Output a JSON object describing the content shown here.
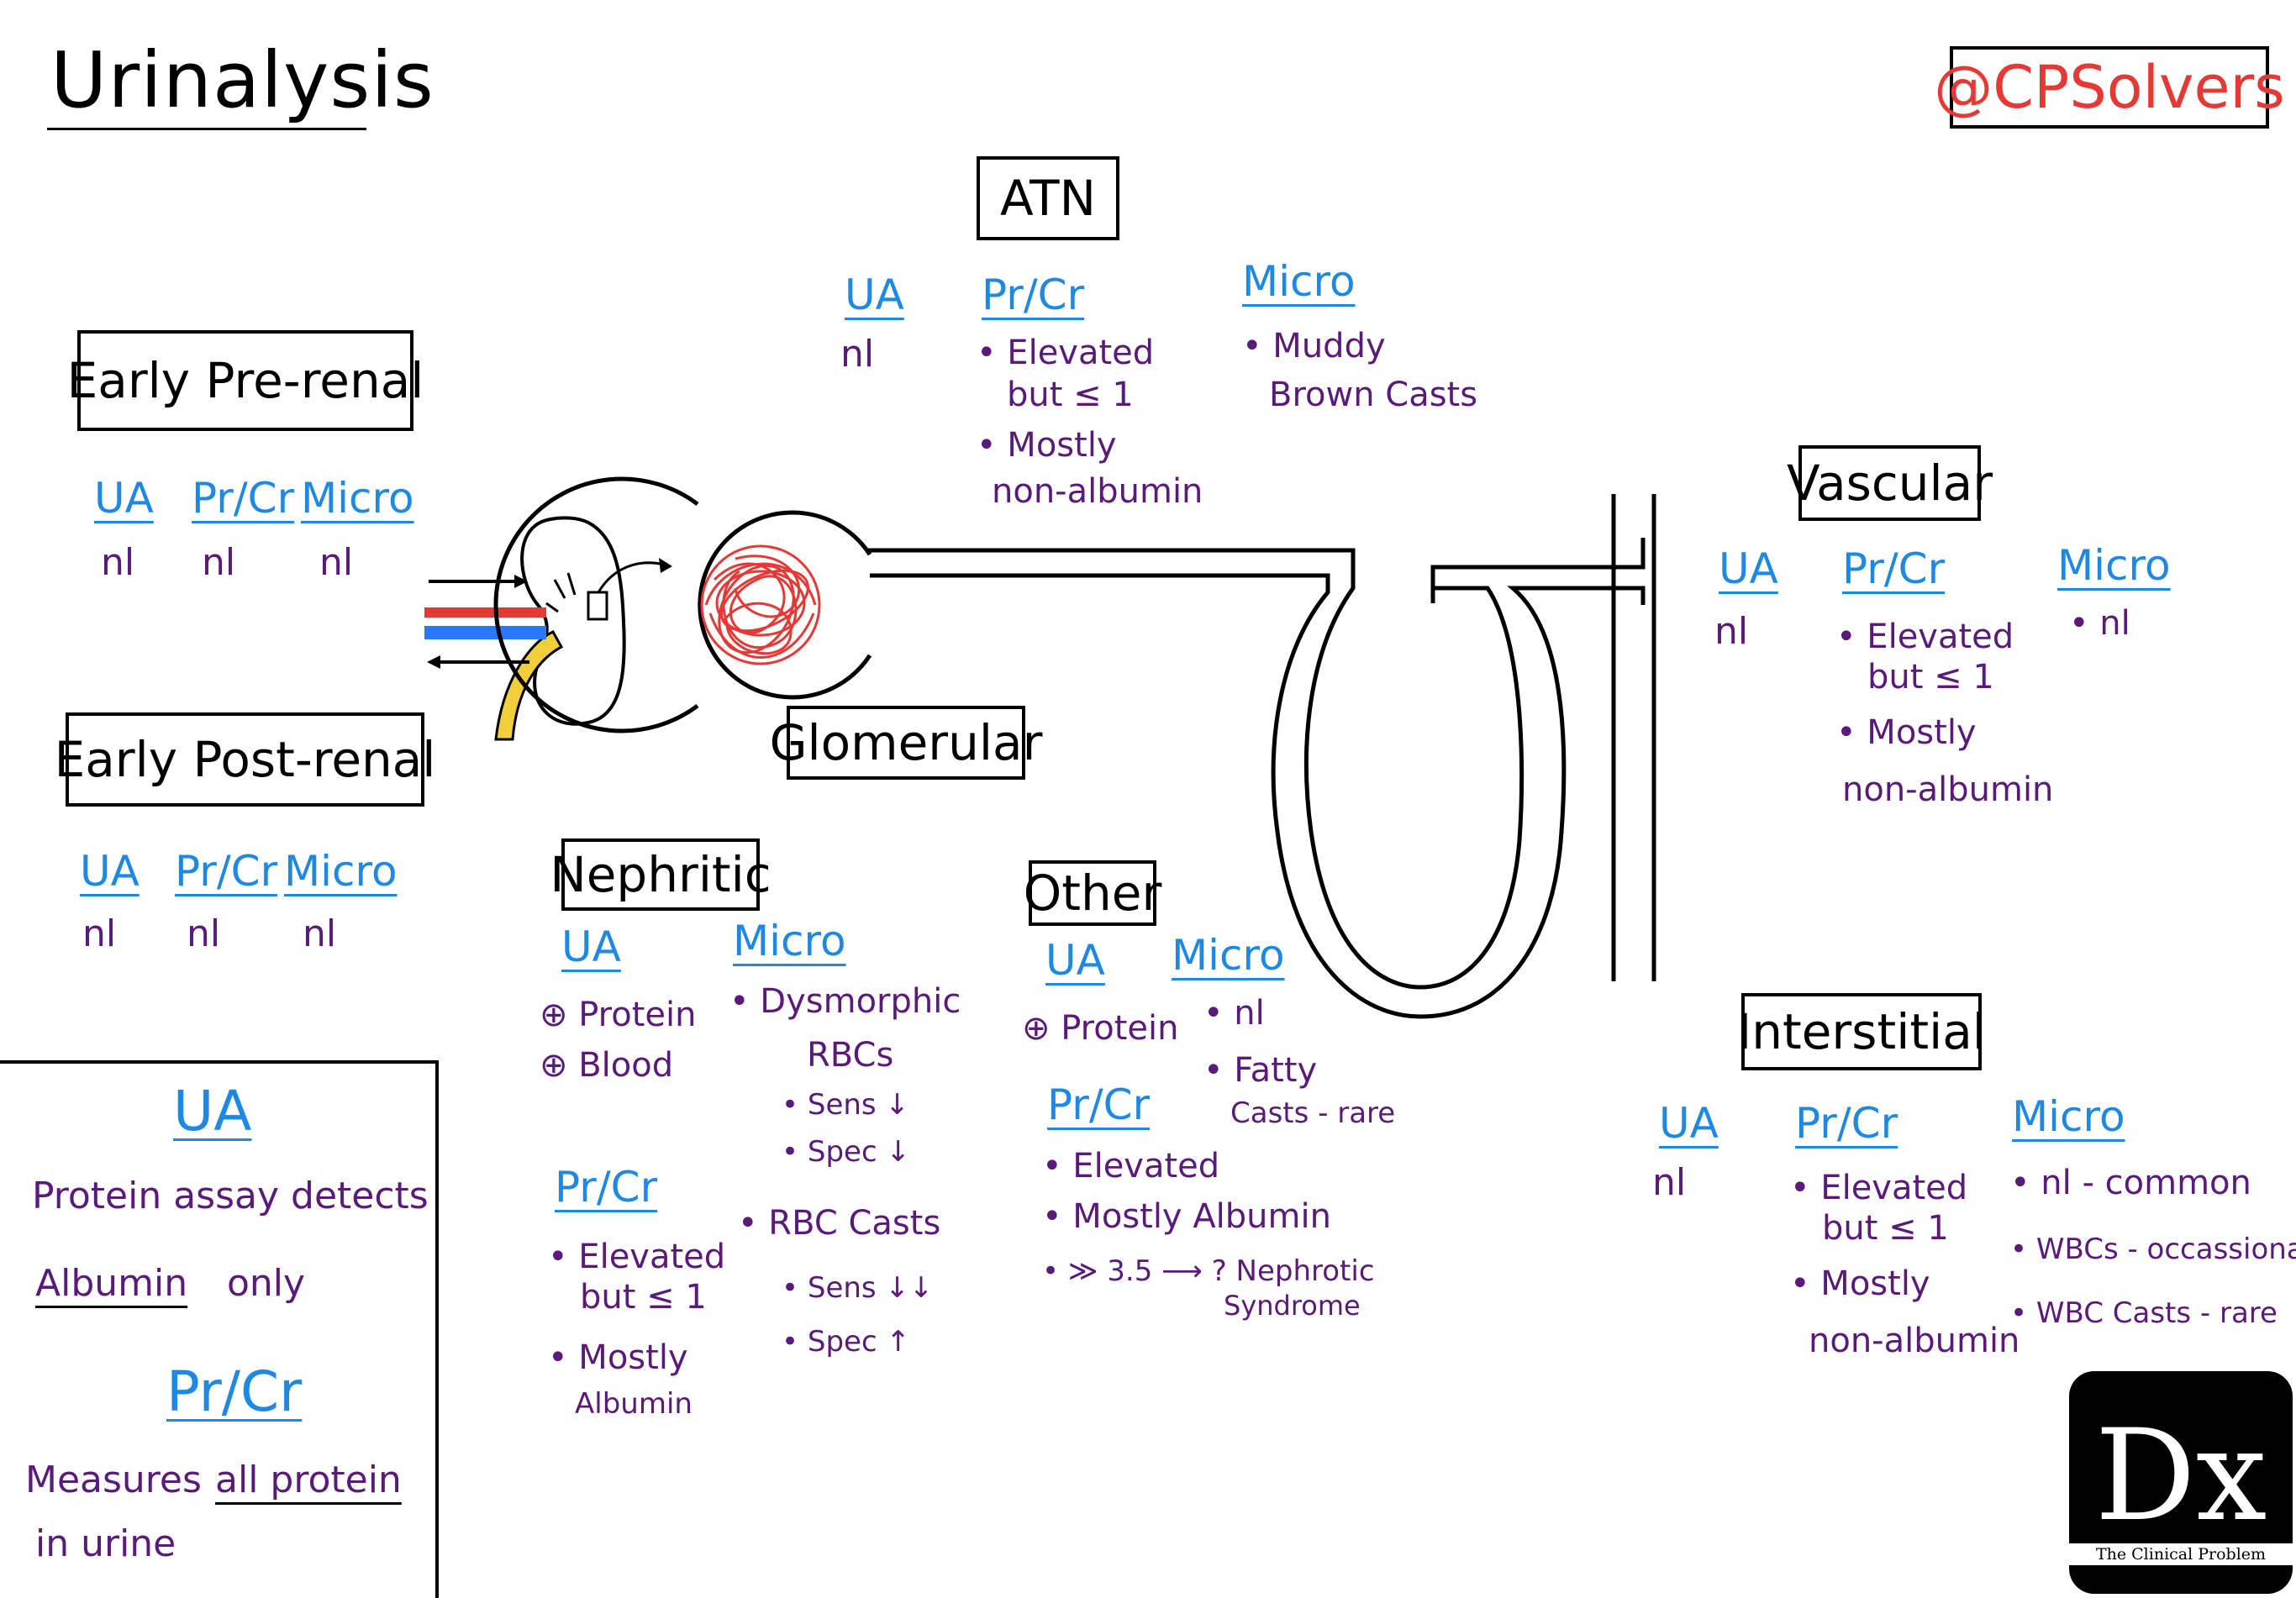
{
  "title": "Urinalysis",
  "brand_handle": "@CPSolvers",
  "logo": {
    "mark": "Dx",
    "caption": "The Clinical Problem Solvers"
  },
  "colors": {
    "header_blue": "#1e88e5",
    "text_purple": "#5a1a7a",
    "handle_red": "#e53935",
    "artery_red": "#e53935",
    "vein_blue": "#2979ff",
    "ureter_yellow": "#f2cf3a"
  },
  "early_prerenal": {
    "title": "Early Pre-renal",
    "ua": "UA",
    "prcr": "Pr/Cr",
    "micro": "Micro",
    "ua_val": "nl",
    "prcr_val": "nl",
    "micro_val": "nl"
  },
  "early_postrenal": {
    "title": "Early Post-renal",
    "ua": "UA",
    "prcr": "Pr/Cr",
    "micro": "Micro",
    "ua_val": "nl",
    "prcr_val": "nl",
    "micro_val": "nl"
  },
  "atn": {
    "title": "ATN",
    "ua": "UA",
    "ua_val": "nl",
    "prcr": "Pr/Cr",
    "prcr_1": "• Elevated",
    "prcr_2": "but ≤ 1",
    "prcr_3": "• Mostly",
    "prcr_4": "non-albumin",
    "micro": "Micro",
    "micro_1": "• Muddy",
    "micro_2": "Brown Casts"
  },
  "vascular": {
    "title": "Vascular",
    "ua": "UA",
    "ua_val": "nl",
    "prcr": "Pr/Cr",
    "prcr_1": "• Elevated",
    "prcr_2": "but ≤ 1",
    "prcr_3": "• Mostly",
    "prcr_4": "non-albumin",
    "micro": "Micro",
    "micro_1": "• nl"
  },
  "glomerular": {
    "title": "Glomerular"
  },
  "nephritic": {
    "title": "Nephritic",
    "ua": "UA",
    "ua_1": "⊕ Protein",
    "ua_2": "⊕ Blood",
    "micro": "Micro",
    "micro_1": "• Dysmorphic",
    "micro_2": "RBCs",
    "micro_3": "• Sens ↓",
    "micro_4": "• Spec ↓",
    "micro_5": "• RBC Casts",
    "micro_6": "• Sens ↓↓",
    "micro_7": "• Spec ↑",
    "prcr": "Pr/Cr",
    "prcr_1": "• Elevated",
    "prcr_2": "but ≤ 1",
    "prcr_3": "• Mostly",
    "prcr_4": "Albumin"
  },
  "other": {
    "title": "Other",
    "ua": "UA",
    "ua_1": "⊕ Protein",
    "micro": "Micro",
    "micro_1": "• nl",
    "micro_2": "• Fatty",
    "micro_3": "Casts - rare",
    "prcr": "Pr/Cr",
    "prcr_1": "• Elevated",
    "prcr_2": "• Mostly Albumin",
    "prcr_3": "• ≫ 3.5 ⟶ ? Nephrotic",
    "prcr_4": "Syndrome"
  },
  "interstitial": {
    "title": "Interstitial",
    "ua": "UA",
    "ua_val": "nl",
    "prcr": "Pr/Cr",
    "prcr_1": "• Elevated",
    "prcr_2": "but ≤ 1",
    "prcr_3": "• Mostly",
    "prcr_4": "non-albumin",
    "micro": "Micro",
    "micro_1": "• nl - common",
    "micro_2": "• WBCs - occassional",
    "micro_3": "• WBC Casts - rare"
  },
  "legend": {
    "ua": "UA",
    "ua_line1": "Protein assay detects",
    "ua_line2a": "Albumin",
    "ua_line2b": "only",
    "prcr": "Pr/Cr",
    "prcr_line1a": "Measures",
    "prcr_line1b": "all protein",
    "prcr_line2": "in urine"
  }
}
